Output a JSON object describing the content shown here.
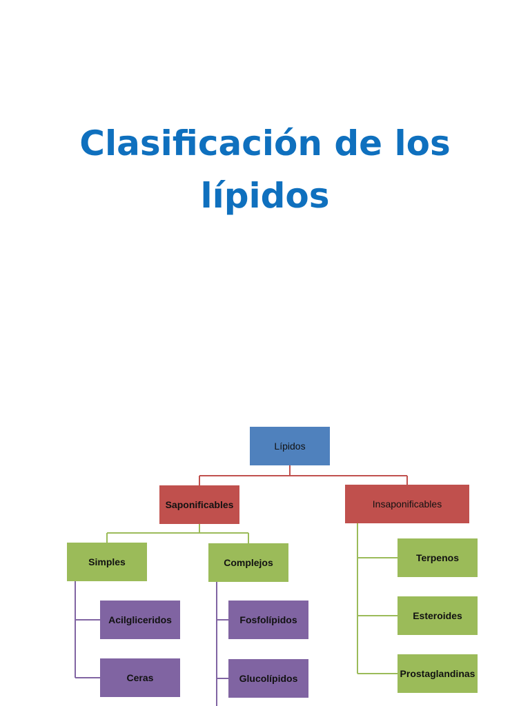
{
  "title": {
    "line1": "Clasificación de los",
    "line2": "lípidos"
  },
  "colors": {
    "title": "#0f70be",
    "root_box": "#4f81bd",
    "level1_box": "#c0504d",
    "level2_box": "#9bbb59",
    "level3_box": "#8064a2",
    "line_red": "#c0504d",
    "line_green": "#9bbb59",
    "line_purple": "#8064a2"
  },
  "diagram": {
    "root": "Lípidos",
    "saponificables": "Saponificables",
    "insaponificables": "Insaponificables",
    "simples": "Simples",
    "complejos": "Complejos",
    "acilgliceridos": "Acilgliceridos",
    "ceras": "Ceras",
    "fosfolipidos": "Fosfolípidos",
    "glucolipidos": "Glucolípidos",
    "terpenos": "Terpenos",
    "esteroides": "Esteroides",
    "prostaglandinas": "Prostaglandinas"
  }
}
